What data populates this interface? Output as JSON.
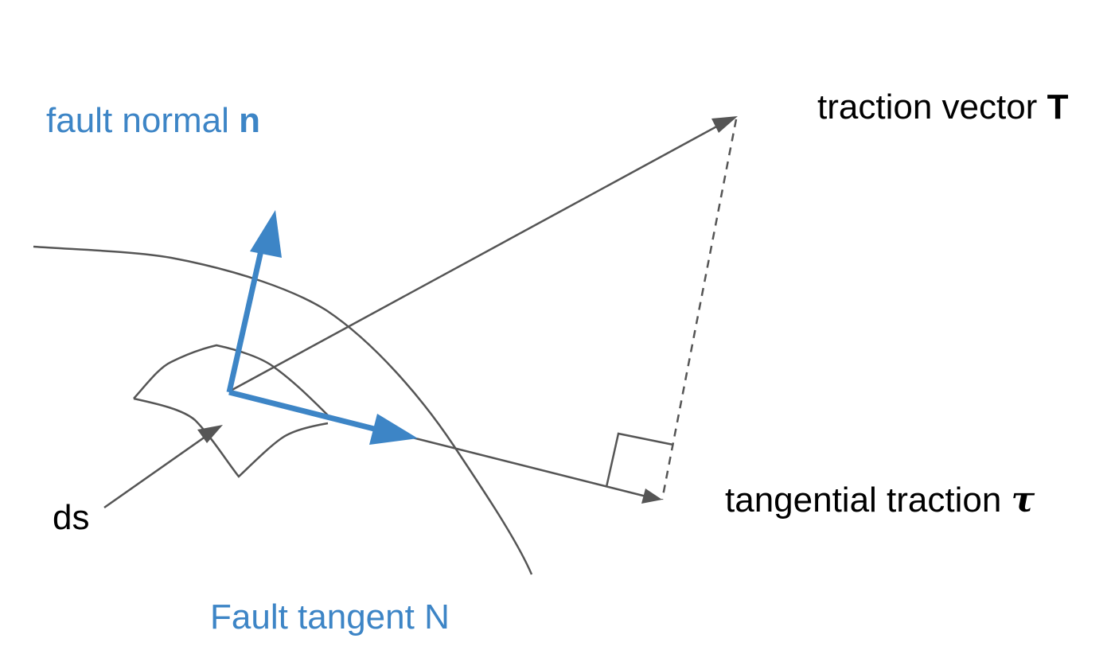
{
  "labels": {
    "fault_normal_prefix": "fault normal ",
    "fault_normal_symbol": "n",
    "traction_vector_prefix": "traction vector ",
    "traction_vector_symbol": "T",
    "tangential_traction_prefix": "tangential traction ",
    "tangential_traction_symbol": "τ",
    "ds": "ds",
    "fault_tangent": "Fault tangent N"
  },
  "colors": {
    "blue": "#3d85c6",
    "gray": "#555555",
    "black": "#000000"
  }
}
